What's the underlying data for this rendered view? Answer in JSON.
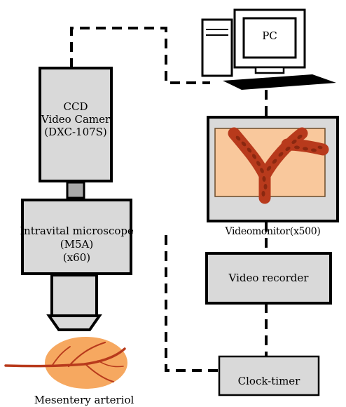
{
  "camera": {
    "line1": "CCD",
    "line2": "Video Camer",
    "line3": "(DXC-107S)"
  },
  "microscope": {
    "line1": "Intravital microscope",
    "line2": "(M5A)",
    "line3": "(x60)"
  },
  "specimen": {
    "label": "Mesentery arteriol"
  },
  "pc": {
    "label": "PC"
  },
  "monitor": {
    "label": "Videomonitor(x500)"
  },
  "recorder": {
    "label": "Video recorder"
  },
  "timer": {
    "label": "Clock-timer"
  },
  "colors": {
    "device_fill": "#d9d9d9",
    "outline": "#000000",
    "screen_fill": "#f9c89c",
    "vessel": "#b83a1c",
    "cell": "#8a2810",
    "specimen_fill": "#f6a860"
  }
}
